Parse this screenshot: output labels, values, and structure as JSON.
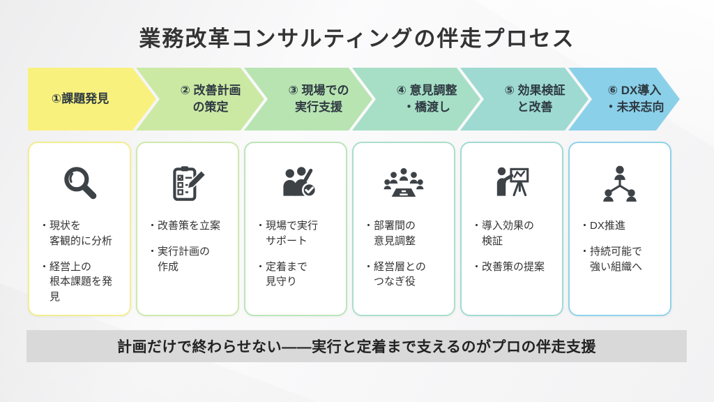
{
  "title": "業務改革コンサルティングの伴走プロセス",
  "footer": {
    "text": "計画だけで終わらせない――実行と定着まで支えるのがプロの伴走支援",
    "bg": "#d9d9da"
  },
  "icon_color": "#3d4247",
  "steps": [
    {
      "label": "①課題発見",
      "arrow_color": "#f9f17e",
      "card_border": "#f3ed90",
      "icon": "magnifier-icon",
      "bullets": [
        "・現状を\n客観的に分析",
        "・経営上の\n根本課題を発見"
      ]
    },
    {
      "label": "② 改善計画\nの策定",
      "arrow_color": "#cce9a4",
      "card_border": "#cfe9ae",
      "icon": "clipboard-pencil-icon",
      "bullets": [
        "・改善策を立案",
        "・実行計画の\n作成"
      ]
    },
    {
      "label": "③ 現場での\n実行支援",
      "arrow_color": "#b8e4b2",
      "card_border": "#bce4b9",
      "icon": "team-support-icon",
      "bullets": [
        "・現場で実行\nサポート",
        "・定着まで\n見守り"
      ]
    },
    {
      "label": "④ 意見調整\n・橋渡し",
      "arrow_color": "#a7dfc6",
      "card_border": "#abdfc9",
      "icon": "meeting-icon",
      "bullets": [
        "・部署間の\n意見調整",
        "・経営層との\nつなぎ役"
      ]
    },
    {
      "label": "⑤ 効果検証\nと改善",
      "arrow_color": "#9edad2",
      "card_border": "#a2dad4",
      "icon": "presentation-chart-icon",
      "bullets": [
        "・導入効果の\n検証",
        "・改善策の提案"
      ]
    },
    {
      "label": "⑥ DX導入\n・未来志向",
      "arrow_color": "#8bd0e9",
      "card_border": "#90d2ea",
      "icon": "org-hierarchy-icon",
      "bullets": [
        "・DX推進",
        "・持続可能で\n強い組織へ"
      ]
    }
  ]
}
